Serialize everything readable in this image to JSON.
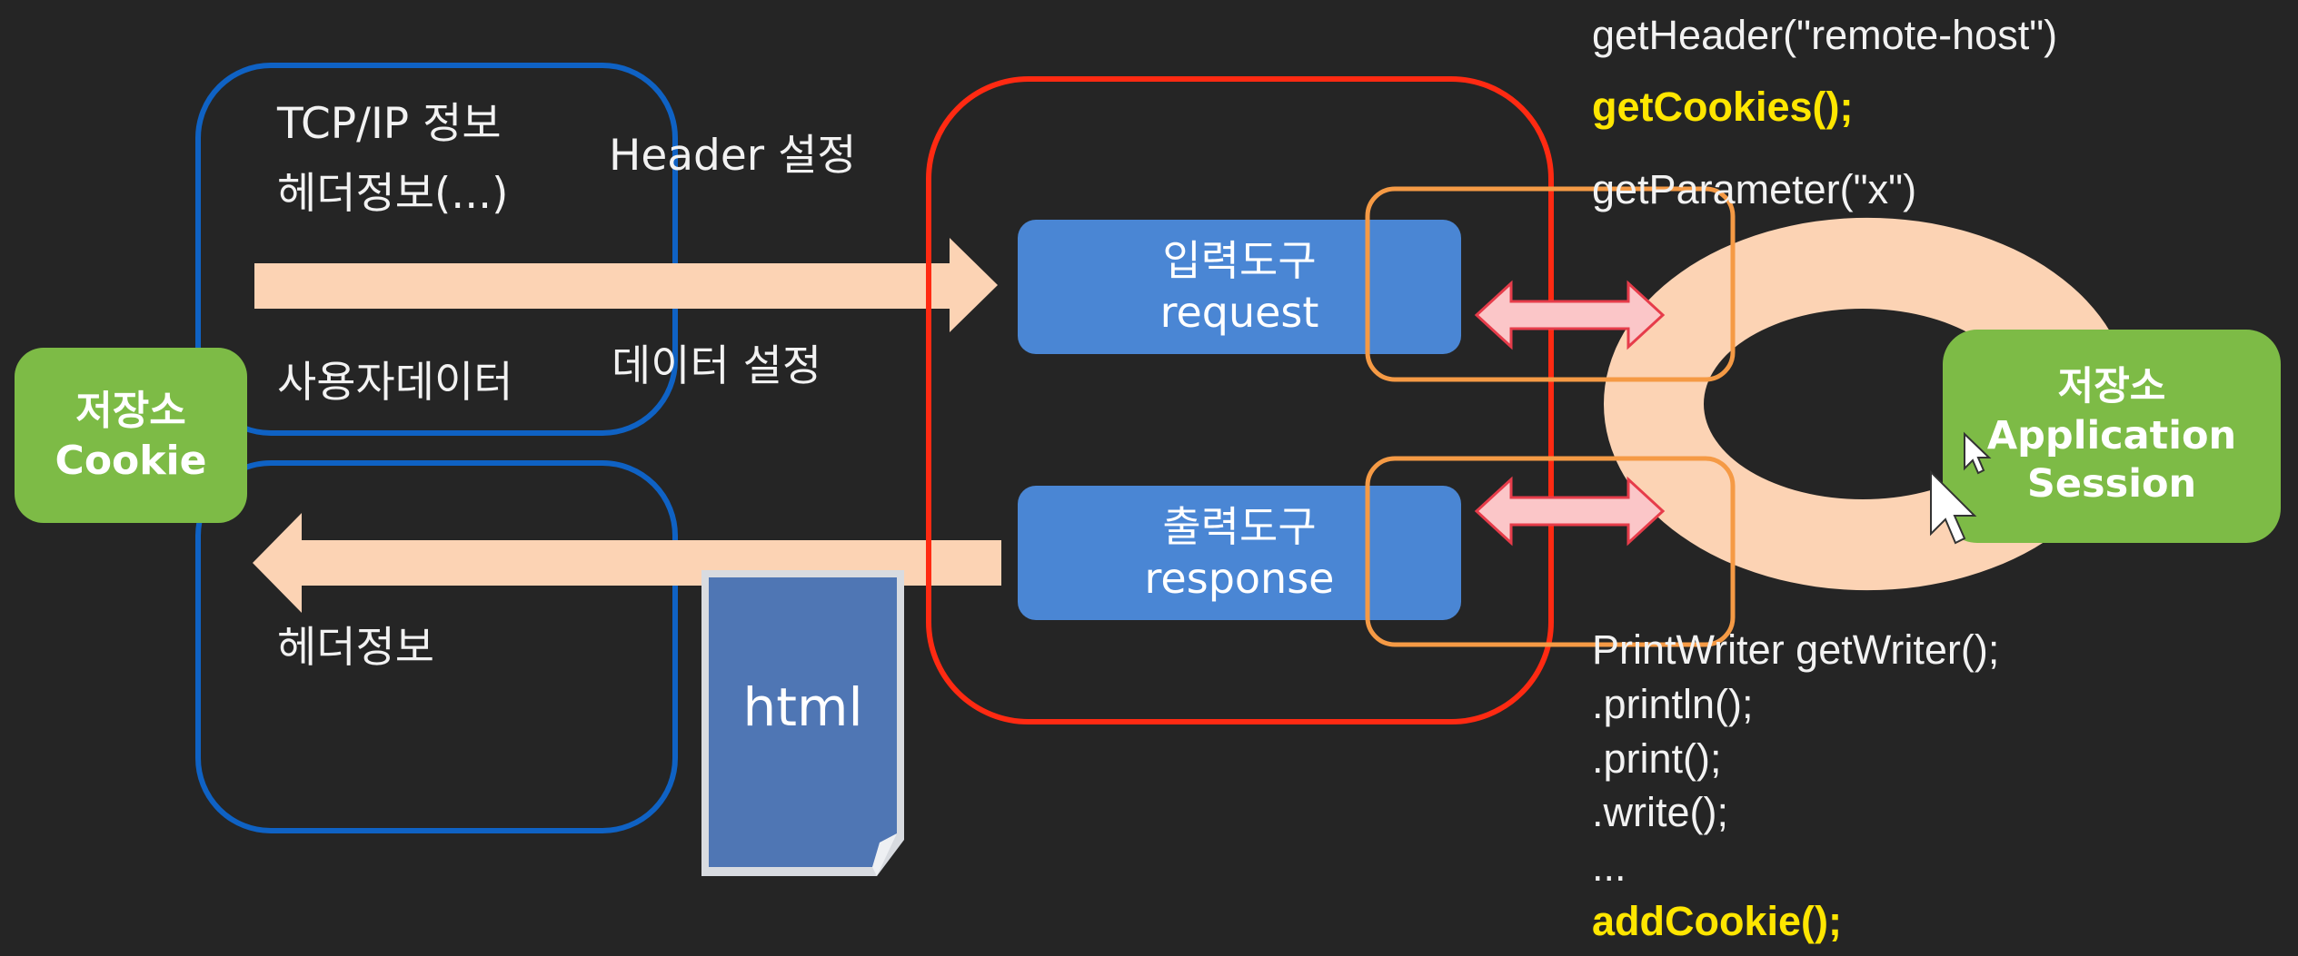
{
  "colors": {
    "background": "#252525",
    "store_green": "#7dbb46",
    "tool_blue": "#4a86d4",
    "arrow_peach": "#fcd3b4",
    "frame_blue": "#0f62c4",
    "frame_red": "#ff2a12",
    "frame_orange": "#f59a45",
    "highlight_yellow": "#ffe600",
    "doc_blue": "#4f76b4"
  },
  "cookie_store": {
    "line1": "저장소",
    "line2": "Cookie"
  },
  "request_panel": {
    "tcpip": "TCP/IP 정보",
    "headers": "헤더정보(...)",
    "user_data": "사용자데이터",
    "header_setting": "Header 설정",
    "data_setting": "데이터 설정"
  },
  "response_panel": {
    "headers": "헤더정보"
  },
  "input_tool": {
    "title": "입력도구",
    "name": "request"
  },
  "output_tool": {
    "title": "출력도구",
    "name": "response"
  },
  "document": {
    "label": "html"
  },
  "session_store": {
    "line1": "저장소",
    "line2": "Application",
    "line3": "Session"
  },
  "request_methods": {
    "get_header": "getHeader(\"remote-host\")",
    "get_cookies": "getCookies();",
    "get_parameter": "getParameter(\"x\")"
  },
  "response_methods": {
    "get_writer": "PrintWriter getWriter();",
    "println": ".println();",
    "print": ".print();",
    "write": ".write();",
    "ellipsis": "...",
    "add_cookie": "addCookie();"
  },
  "icons": [
    "mouse-pointer-icon",
    "html-document-icon",
    "double-arrow-icon"
  ]
}
